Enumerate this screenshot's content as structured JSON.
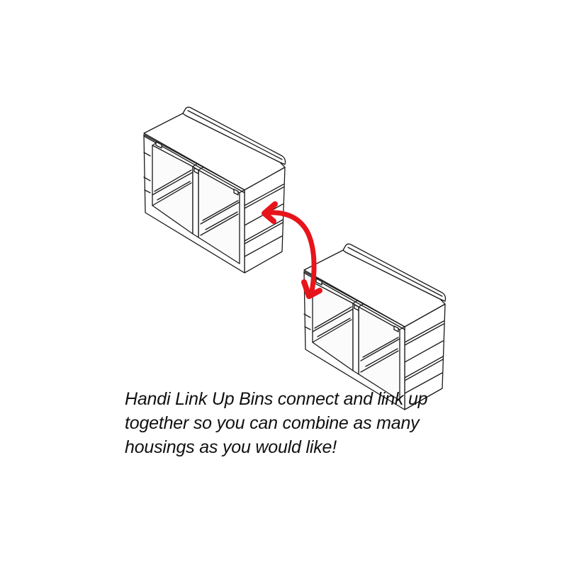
{
  "caption": {
    "lines": [
      "Handi Link Up Bins connect and link up",
      "together so you can combine as many",
      "housings as you would like!"
    ]
  },
  "illustration": {
    "items": [
      {
        "name": "bin-housing-upper-left",
        "compartments": 2
      },
      {
        "name": "bin-housing-lower-right",
        "compartments": 2
      }
    ],
    "connector_arrow": {
      "type": "double-headed curved arrow",
      "color": "#e8141b"
    }
  },
  "colors": {
    "background": "#ffffff",
    "line": "#1a1a1a",
    "arrow": "#e8141b",
    "text": "#111111"
  }
}
